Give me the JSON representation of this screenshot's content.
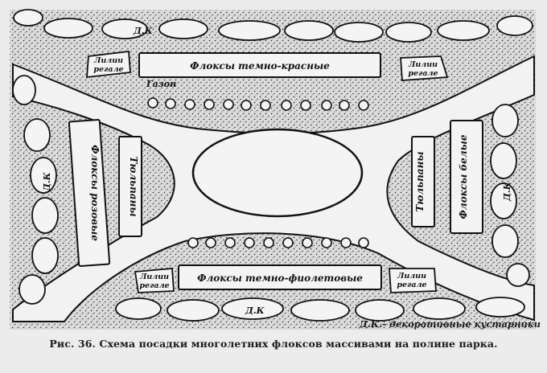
{
  "labels": {
    "top_bed": "Флоксы темно-красные",
    "bottom_bed": "Флоксы темно-фиолетовые",
    "left_outer_bed": "Флоксы розовые",
    "left_inner_bed": "Тюльпаны",
    "right_inner_bed": "Тюльпаны",
    "right_outer_bed": "Флоксы белые",
    "lily_top_left": [
      "Лилии",
      "регале"
    ],
    "lily_top_right": [
      "Лилии",
      "регале"
    ],
    "lily_bottom_left": [
      "Лилии",
      "регале"
    ],
    "lily_bottom_right": [
      "Лилии",
      "регале"
    ],
    "lawn": "Газон",
    "shrub_top": "Д.К",
    "shrub_bottom": "Д.К",
    "shrub_left": "Д.К",
    "shrub_right": "Д.К"
  },
  "legend": "Д.К.- декоративные кустарники",
  "caption": "Рис. 36. Схема посадки многолетних флоксов массивами на полине парка."
}
